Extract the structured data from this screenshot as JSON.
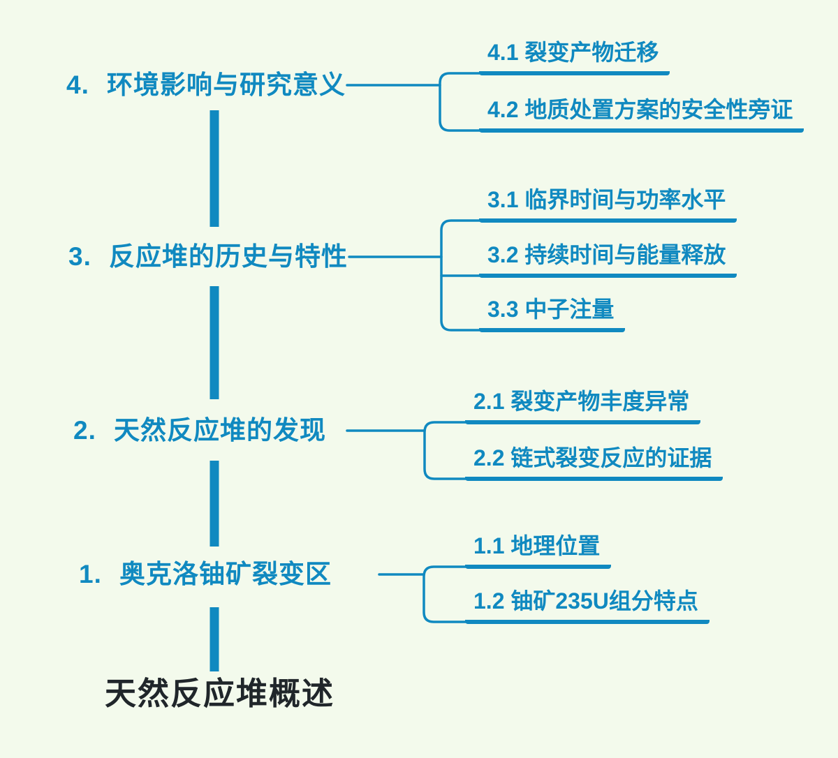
{
  "palette": {
    "background": "#f3faec",
    "accent_blue": "#1089c0",
    "title_color": "#20262a"
  },
  "map": {
    "root": {
      "label": "天然反应堆概述"
    },
    "nodes": [
      {
        "number": "4.",
        "label": "环境影响与研究意义",
        "children": [
          {
            "label": "4.1 裂变产物迁移"
          },
          {
            "label": "4.2 地质处置方案的安全性旁证"
          }
        ]
      },
      {
        "number": "3.",
        "label": "反应堆的历史与特性",
        "children": [
          {
            "label": "3.1 临界时间与功率水平"
          },
          {
            "label": "3.2 持续时间与能量释放"
          },
          {
            "label": "3.3 中子注量"
          }
        ]
      },
      {
        "number": "2.",
        "label": "天然反应堆的发现",
        "children": [
          {
            "label": "2.1 裂变产物丰度异常"
          },
          {
            "label": "2.2 链式裂变反应的证据"
          }
        ]
      },
      {
        "number": "1.",
        "label": "奥克洛铀矿裂变区",
        "children": [
          {
            "label": "1.1 地理位置"
          },
          {
            "label": "1.2 铀矿235U组分特点"
          }
        ]
      }
    ]
  }
}
